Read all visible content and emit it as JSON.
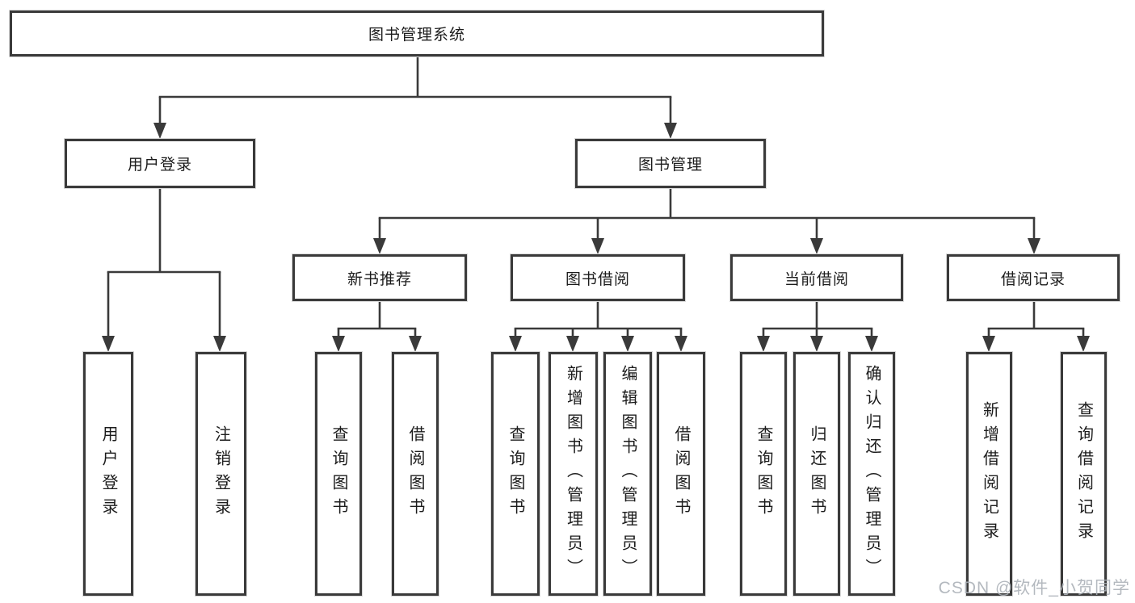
{
  "colors": {
    "line": "#3a3a3a",
    "box_border": "#3a3a3a",
    "text": "#1c1c1c",
    "background": "#ffffff",
    "watermark": "#acb1b8"
  },
  "watermark": {
    "text": "CSDN @软件_小贺同学"
  },
  "tree": {
    "root": {
      "label": "图书管理系统"
    },
    "children": [
      {
        "label": "用户登录",
        "children": [
          {
            "label": "用户登录"
          },
          {
            "label": "注销登录"
          }
        ]
      },
      {
        "label": "图书管理",
        "children": [
          {
            "label": "新书推荐",
            "children": [
              {
                "label": "查询图书"
              },
              {
                "label": "借阅图书"
              }
            ]
          },
          {
            "label": "图书借阅",
            "children": [
              {
                "label": "查询图书"
              },
              {
                "label": "新增图书（管理员）"
              },
              {
                "label": "编辑图书（管理员）"
              },
              {
                "label": "借阅图书"
              }
            ]
          },
          {
            "label": "当前借阅",
            "children": [
              {
                "label": "查询图书"
              },
              {
                "label": "归还图书"
              },
              {
                "label": "确认归还（管理员）"
              }
            ]
          },
          {
            "label": "借阅记录",
            "children": [
              {
                "label": "新增借阅记录"
              },
              {
                "label": "查询借阅记录"
              }
            ]
          }
        ]
      }
    ]
  }
}
